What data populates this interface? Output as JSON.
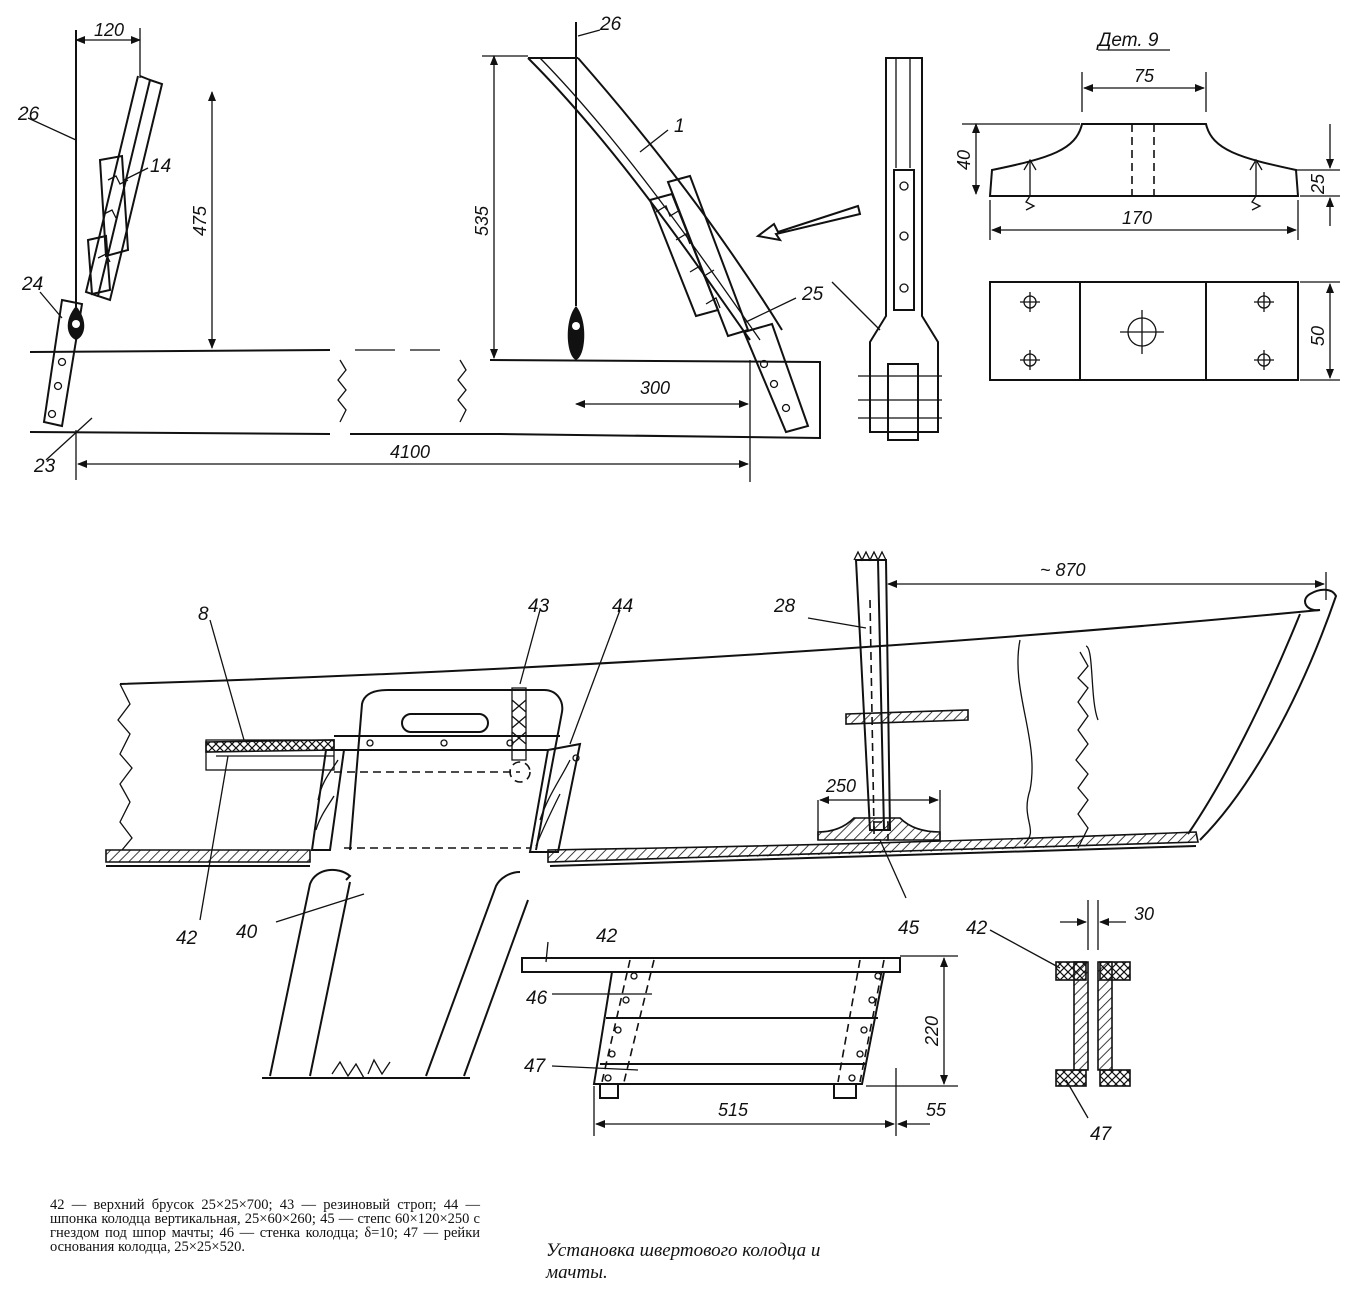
{
  "labels": {
    "l26a": "26",
    "l14": "14",
    "l24": "24",
    "l23": "23",
    "l26b": "26",
    "l1": "1",
    "l25": "25",
    "l28": "28",
    "l8": "8",
    "l43": "43",
    "l44": "44",
    "l42a": "42",
    "l40": "40",
    "l45": "45",
    "l42b": "42",
    "l46": "46",
    "l47a": "47",
    "l42c": "42",
    "l47b": "47"
  },
  "dims": {
    "d120": "120",
    "d475": "475",
    "d535": "535",
    "d300": "300",
    "d4100": "4100",
    "d75": "75",
    "d40": "40",
    "d25": "25",
    "d170": "170",
    "d50": "50",
    "d870": "~ 870",
    "d250": "250",
    "d220": "220",
    "d515": "515",
    "d55": "55",
    "d30": "30"
  },
  "detail_title": "Дет. 9",
  "caption": {
    "notes": "42 — верхний брусок 25×25×700; 43 — резиновый строп; 44 — шпонка колодца вертикальная, 25×60×260; 45 — степс 60×120×250 с гнездом под шпор мачты; 46 — стенка колодца; δ=10; 47 — рейки основания колодца, 25×25×520.",
    "title": "Установка швертового колодца и мачты."
  }
}
